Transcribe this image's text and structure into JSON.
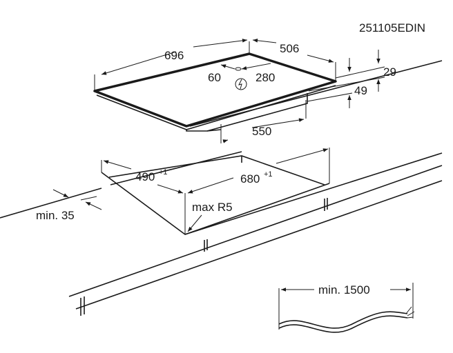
{
  "drawing_id": "251105EDIN",
  "dimensions": {
    "hob_width": "696",
    "hob_depth": "506",
    "connection_left": "60",
    "connection_right": "280",
    "top_height": "29",
    "total_height": "49",
    "underside_width": "550",
    "cutout_depth": "490",
    "cutout_depth_tol": "+1",
    "cutout_width": "680",
    "cutout_width_tol": "+1",
    "edge_distance": "min. 35",
    "corner_radius": "max R5",
    "cable_length": "min. 1500"
  },
  "icons": [
    "electrical-connection-icon"
  ]
}
